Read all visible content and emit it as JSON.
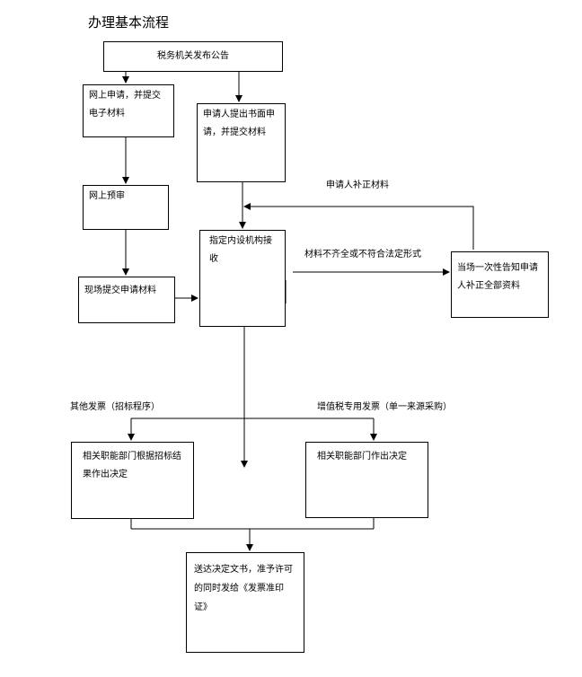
{
  "title": "办理基本流程",
  "nodes": {
    "announce": "税务机关发布公告",
    "online_apply": "网上申请，并提交电子材料",
    "paper_apply": "申请人提出书面申请，并提交材料",
    "online_review": "网上预审",
    "onsite_submit": "现场提交申请材料",
    "receive": "指定内设机构接收",
    "notify": "当场一次性告知申请人补正全部资料",
    "decide_other": "相关职能部门根据招标结果作出决定",
    "decide_vat": "相关职能部门作出决定",
    "deliver": "送达决定文书，准予许可的同时发给《发票准印证》"
  },
  "labels": {
    "supplement": "申请人补正材料",
    "incomplete": "材料不齐全或不符合法定形式",
    "other_invoice": "其他发票（招标程序）",
    "vat_invoice": "增值税专用发票（单一来源采购）"
  },
  "colors": {
    "line": "#000000",
    "spell_underline": "#dd0000"
  }
}
